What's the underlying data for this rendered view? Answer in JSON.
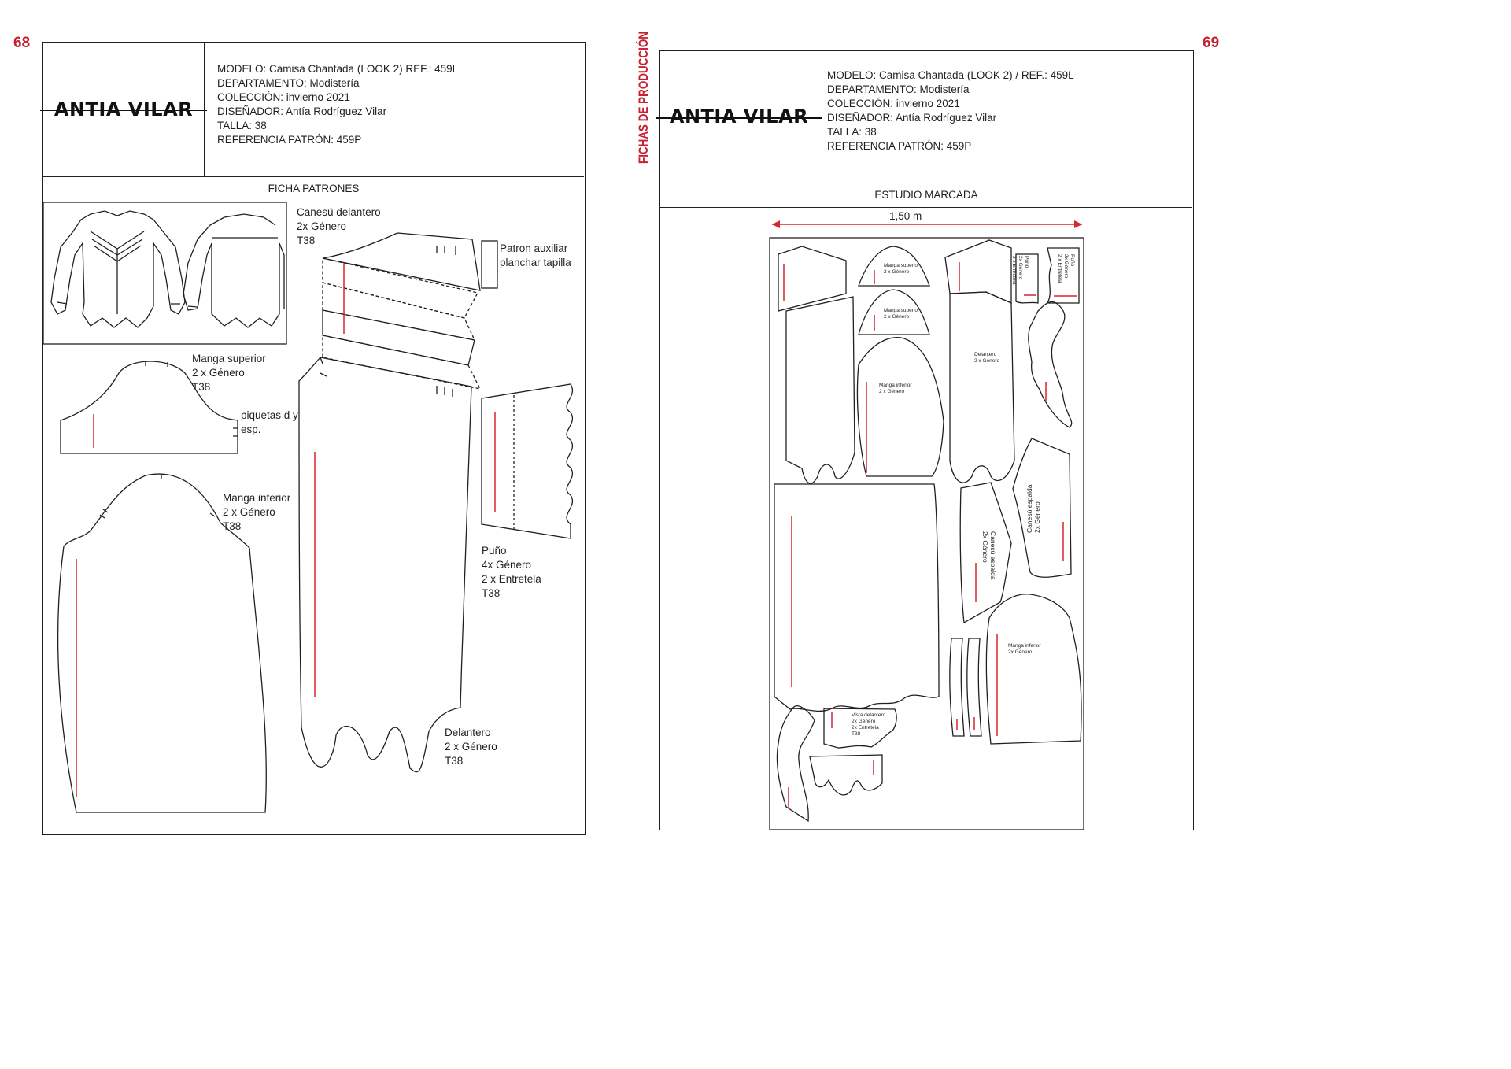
{
  "left_page": {
    "page_number": "68",
    "logo": "ANTIA VILAR",
    "header_lines": [
      "MODELO: Camisa Chantada (LOOK 2) REF.: 459L",
      "DEPARTAMENTO: Modistería",
      "COLECCIÓN: invierno 2021",
      "DISEÑADOR: Antía Rodríguez Vilar",
      "TALLA: 38",
      "REFERENCIA PATRÓN: 459P"
    ],
    "section_title": "FICHA PATRONES",
    "labels": {
      "canesu_delantero": [
        "Canesú delantero",
        "2x Género",
        "T38"
      ],
      "patron_auxiliar": [
        "Patron auxiliar",
        "planchar tapilla"
      ],
      "manga_superior": [
        "Manga superior",
        "2 x Género",
        "T38"
      ],
      "piquetas": [
        "piquetas d y",
        "esp."
      ],
      "manga_inferior": [
        "Manga inferior",
        "2 x Género",
        "T38"
      ],
      "puno": [
        "Puño",
        "4x Género",
        "2 x Entretela",
        "T38"
      ],
      "delantero": [
        "Delantero",
        "2 x Género",
        "T38"
      ]
    }
  },
  "right_page": {
    "page_number": "69",
    "side_title": "FICHAS DE PRODUCCIÓN",
    "logo": "ANTIA VILAR",
    "header_lines": [
      "MODELO: Camisa Chantada (LOOK 2) / REF.: 459L",
      "DEPARTAMENTO: Modistería",
      "COLECCIÓN: invierno 2021",
      "DISEÑADOR: Antía Rodríguez Vilar",
      "TALLA: 38",
      "REFERENCIA PATRÓN: 459P"
    ],
    "section_title": "ESTUDIO MARCADA",
    "width_label": "1,50 m",
    "marker_labels": {
      "manga_superior_1": [
        "Manga superior",
        "2 x Género"
      ],
      "manga_superior_2": [
        "Manga superior",
        "2 x Género"
      ],
      "puno_1": [
        "Puño",
        "2x Género",
        "2 x Entretela"
      ],
      "puno_2": [
        "Puño",
        "2x Género",
        "2 x Entretela"
      ],
      "delantero": [
        "Delantero",
        "2 x Género"
      ],
      "manga_inferior_1": [
        "Manga inferior",
        "2 x Género"
      ],
      "canesu_espalda_1": [
        "Canesú espalda",
        "2x Género"
      ],
      "canesu_espalda_2": [
        "Canesú espalda",
        "2x Género"
      ],
      "manga_inferior_2": [
        "Manga inferior",
        "2x Género"
      ],
      "vista_delantero": [
        "Vista delantero",
        "2x Género",
        "2x Entretela",
        "T38"
      ]
    }
  },
  "colors": {
    "accent": "#c8202f",
    "grain_line": "#d7262e",
    "ink": "#231f20"
  }
}
